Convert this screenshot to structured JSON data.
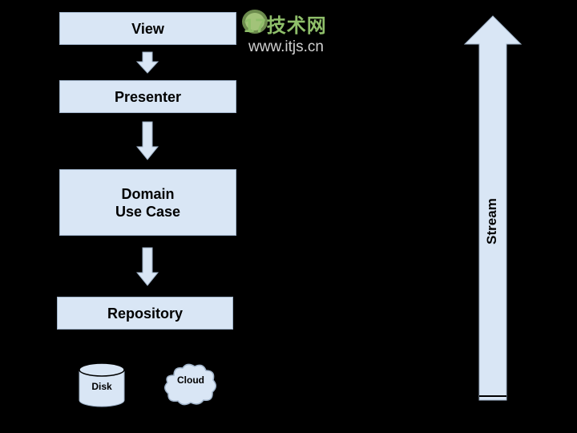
{
  "layers": {
    "view": "View",
    "presenter": "Presenter",
    "domain_line1": "Domain",
    "domain_line2": "Use Case",
    "repository": "Repository"
  },
  "data_sources": {
    "disk": "Disk",
    "cloud": "Cloud"
  },
  "stream": {
    "label": "Stream"
  },
  "watermark": {
    "logo_text": "17技术网",
    "url": "www.itjs.cn"
  },
  "colors": {
    "background": "#000000",
    "box_fill": "#d9e6f5",
    "text": "#000000"
  }
}
